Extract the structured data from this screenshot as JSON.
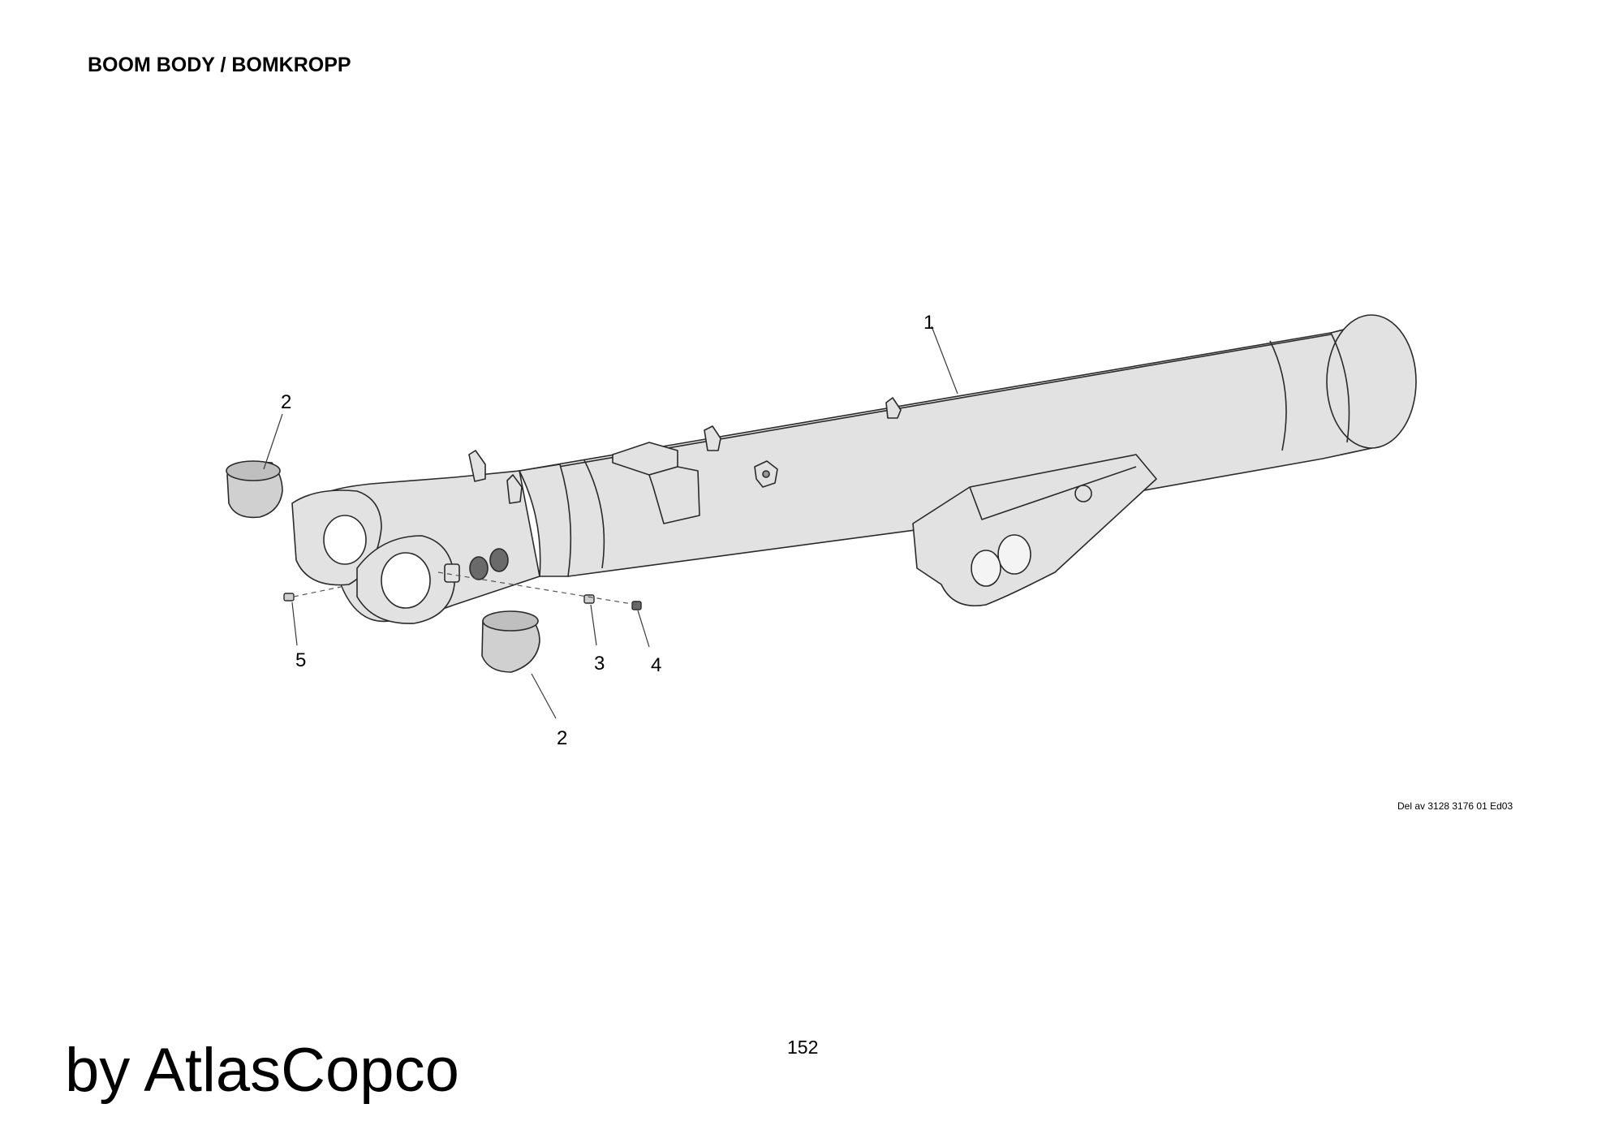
{
  "title": "BOOM BODY / BOMKROPP",
  "callouts": {
    "c1": "1",
    "c2_top": "2",
    "c2_bottom": "2",
    "c3": "3",
    "c4": "4",
    "c5": "5"
  },
  "document_reference": "Del av 3128 3176 01 Ed03",
  "page_number": "152",
  "watermark": "by AtlasCopco",
  "colors": {
    "part_fill": "#e2e2e2",
    "outline": "#2a2a2a",
    "leader": "#3a3a3a"
  }
}
